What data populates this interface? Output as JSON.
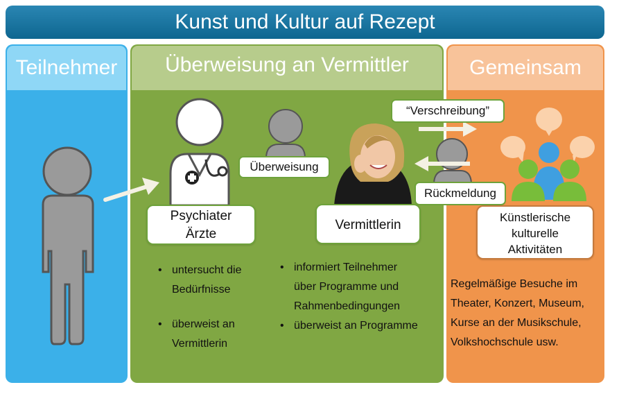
{
  "title": "Kunst und Kultur auf Rezept",
  "columns": {
    "participants": {
      "title": "Teilnehmer"
    },
    "referral": {
      "title": "Überweisung an Vermittler"
    },
    "together": {
      "title": "Gemeinsam"
    }
  },
  "boxes": {
    "psychiatrist": {
      "line1": "Psychiater",
      "line2": "Ärzte"
    },
    "mediator": {
      "label": "Vermittlerin"
    },
    "activities": {
      "line1": "Künstlerische",
      "line2": "kulturelle",
      "line3": "Aktivitäten"
    }
  },
  "tags": {
    "referral": "Überweisung",
    "prescription": "“Verschreibung”",
    "feedback": "Rückmeldung"
  },
  "psychiatrist_tasks": [
    {
      "line1": "untersucht die",
      "line2": "Bedürfnisse"
    },
    {
      "line1": "überweist an",
      "line2": "Vermittlerin"
    }
  ],
  "mediator_tasks": [
    {
      "line1": "informiert Teilnehmer",
      "line2": "über Programme und",
      "line3": "Rahmenbedingungen"
    },
    {
      "line1": "überweist an Programme"
    }
  ],
  "activities_description": {
    "line1": "Regelmäßige Besuche im",
    "line2": "Theater, Konzert, Museum,",
    "line3": "Kurse an der Musikschule,",
    "line4": "Volkshochschule usw."
  },
  "icons": [
    "person-icon",
    "doctor-icon",
    "stethoscope-icon",
    "woman-photo",
    "speech-bubble-icon",
    "group-icon",
    "arrow-icon"
  ],
  "colors": {
    "banner": "#0e6690",
    "participants": "#3bb0e9",
    "referral": "#80a743",
    "together": "#f0944b"
  }
}
